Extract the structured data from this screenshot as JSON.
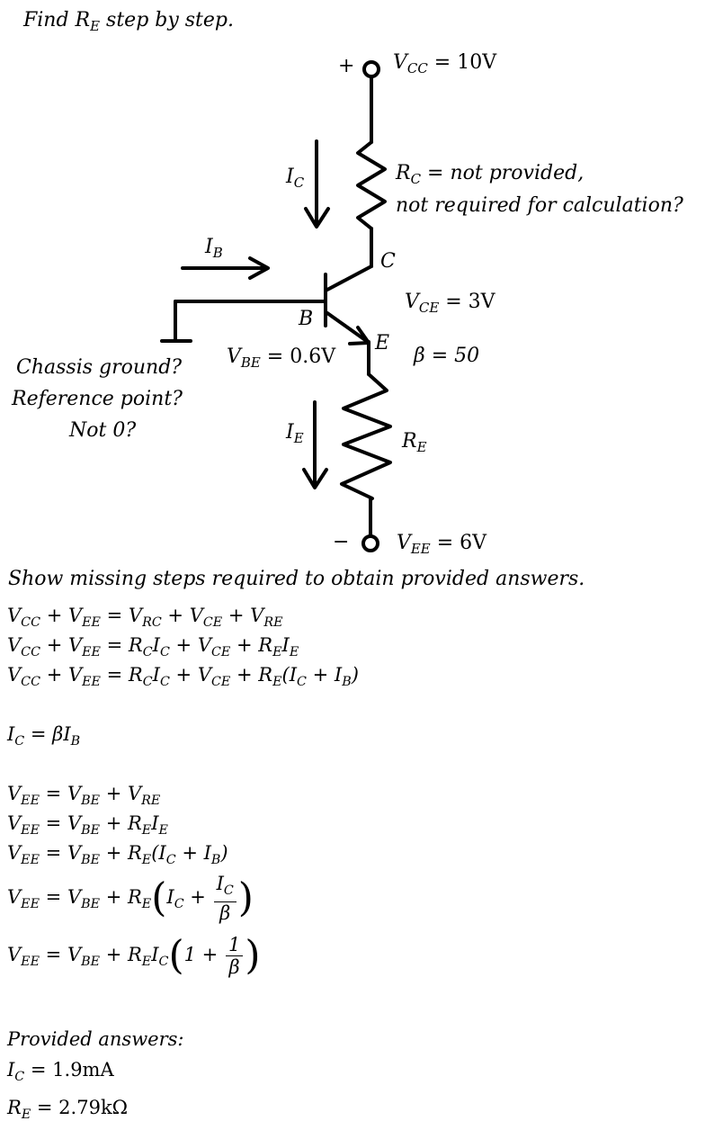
{
  "prompt": {
    "find": "Find R",
    "find_sub": "E",
    "find_tail": " step by step."
  },
  "circuit": {
    "vcc_sign": "+",
    "vcc": {
      "sym": "V",
      "sub": "CC",
      "rhs": " = 10V"
    },
    "vee_sign": "−",
    "vee": {
      "sym": "V",
      "sub": "EE",
      "rhs": " = 6V"
    },
    "ic": {
      "sym": "I",
      "sub": "C"
    },
    "ib": {
      "sym": "I",
      "sub": "B"
    },
    "ie": {
      "sym": "I",
      "sub": "E"
    },
    "rc_line1": {
      "sym": "R",
      "sub": "C",
      "rhs": " = not provided,"
    },
    "rc_line2": "not required for calculation?",
    "node_c": "C",
    "node_b": "B",
    "node_e": "E",
    "vce": {
      "sym": "V",
      "sub": "CE",
      "rhs": " = 3V"
    },
    "vbe": {
      "sym": "V",
      "sub": "BE",
      "rhs": " = 0.6V"
    },
    "beta": "β = 50",
    "re": {
      "sym": "R",
      "sub": "E"
    },
    "ground_q1": "Chassis ground?",
    "ground_q2": "Reference point?",
    "ground_q3": "Not 0?"
  },
  "instruction": "Show missing steps required to obtain provided answers.",
  "equations": {
    "e1": "V_CC + V_EE = V_RC + V_CE + V_RE",
    "e2": "V_CC + V_EE = R_C I_C + V_CE + R_E I_E",
    "e3": "V_CC + V_EE = R_C I_C + V_CE + R_E (I_C + I_B)",
    "e4": "I_C = β I_B",
    "e5": "V_EE = V_BE + V_RE",
    "e6": "V_EE = V_BE + R_E I_E",
    "e7": "V_EE = V_BE + R_E (I_C + I_B)",
    "e8": "V_EE = V_BE + R_E (I_C + I_C/β)",
    "e9": "V_EE = V_BE + R_E I_C (1 + 1/β)"
  },
  "answers": {
    "heading": "Provided answers:",
    "ic": {
      "sym": "I",
      "sub": "C",
      "rhs": " = 1.9mA"
    },
    "re": {
      "sym": "R",
      "sub": "E",
      "rhs": " = 2.79kΩ"
    }
  }
}
